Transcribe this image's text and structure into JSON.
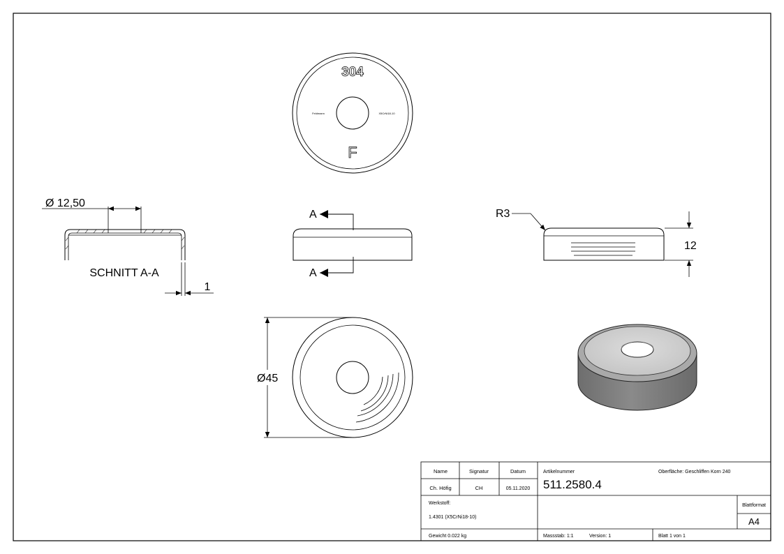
{
  "drawing": {
    "top_view": {
      "plate_marks": {
        "grade": "304",
        "brand_left": "Feldmann",
        "brand_right": "X5CrNi18-10",
        "logo_letter": "F"
      }
    },
    "section": {
      "diameter_label": "Ø 12,50",
      "title": "SCHNITT A-A",
      "thickness_label": "1"
    },
    "front_view": {
      "section_marker_top": "A",
      "section_marker_bottom": "A"
    },
    "side_view": {
      "radius_label": "R3",
      "height_label": "12"
    },
    "bottom_view": {
      "diameter_label": "Ø45"
    }
  },
  "title_block": {
    "headers": {
      "name": "Name",
      "signatur": "Signatur",
      "datum": "Datum"
    },
    "values": {
      "name": "Ch. Höfig",
      "signatur": "CH",
      "datum": "05.11.2020"
    },
    "artikelnummer_label": "Artikelnummer",
    "artikelnummer_value": "511.2580.4",
    "oberflaeche": "Oberfläche:  Geschliffen Korn 240",
    "werkstoff_label": "Werkstoff:",
    "werkstoff_value": "1.4301 (X5CrNi18-10)",
    "gewicht": "Gewicht 0.022 kg",
    "massstab": "Massstab: 1:1",
    "version": "Version: 1",
    "blatt": "Blatt 1 von 1",
    "blattformat_label": "Blattformat",
    "blattformat_value": "A4"
  }
}
